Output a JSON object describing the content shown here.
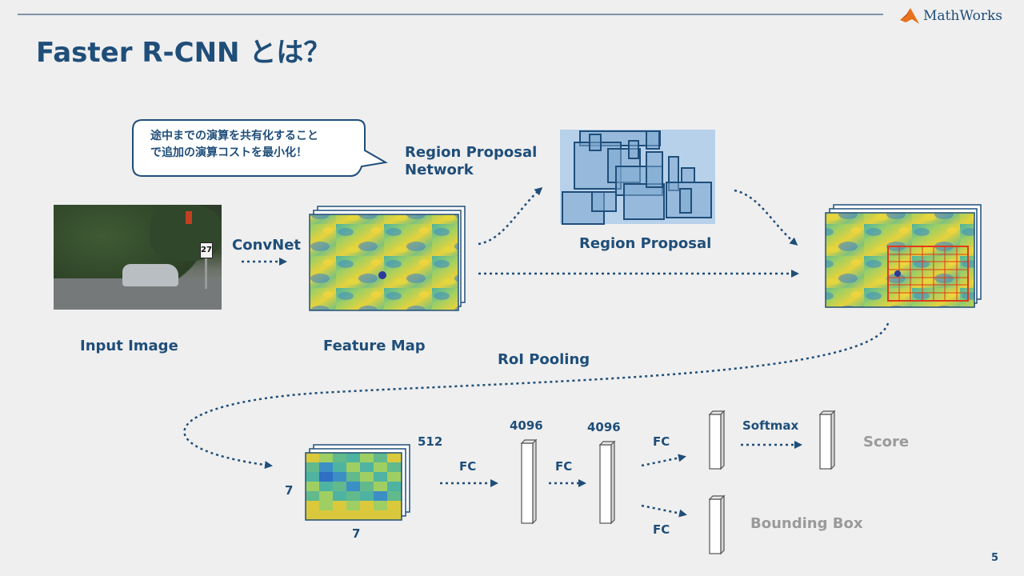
{
  "slide": {
    "title": "Faster R-CNN とは？",
    "page_number": "5"
  },
  "brand": {
    "logo_text": "MathWorks",
    "logo_icon": "membrane-logo-icon"
  },
  "callout": {
    "line1": "途中までの演算を共有化すること",
    "line2": "で追加の演算コストを最小化！"
  },
  "labels": {
    "rpn_line1": "Region Proposal",
    "rpn_line2": "Network",
    "convnet": "ConvNet",
    "region_proposal": "Region Proposal",
    "input_image": "Input Image",
    "feature_map": "Feature Map",
    "roi_pooling": "RoI Pooling",
    "dim_depth": "512",
    "dim_height": "7",
    "dim_width": "7",
    "fc1": "FC",
    "fc2": "FC",
    "fc3": "FC",
    "fc4": "FC",
    "size1": "4096",
    "size2": "4096",
    "softmax": "Softmax",
    "score": "Score",
    "bounding_box": "Bounding Box",
    "sign_text": "27"
  },
  "colors": {
    "primary": "#1f4e79",
    "accent_orange": "#e8711c",
    "roi_red": "#e03a1a",
    "muted_gray": "#9a9a9a"
  }
}
